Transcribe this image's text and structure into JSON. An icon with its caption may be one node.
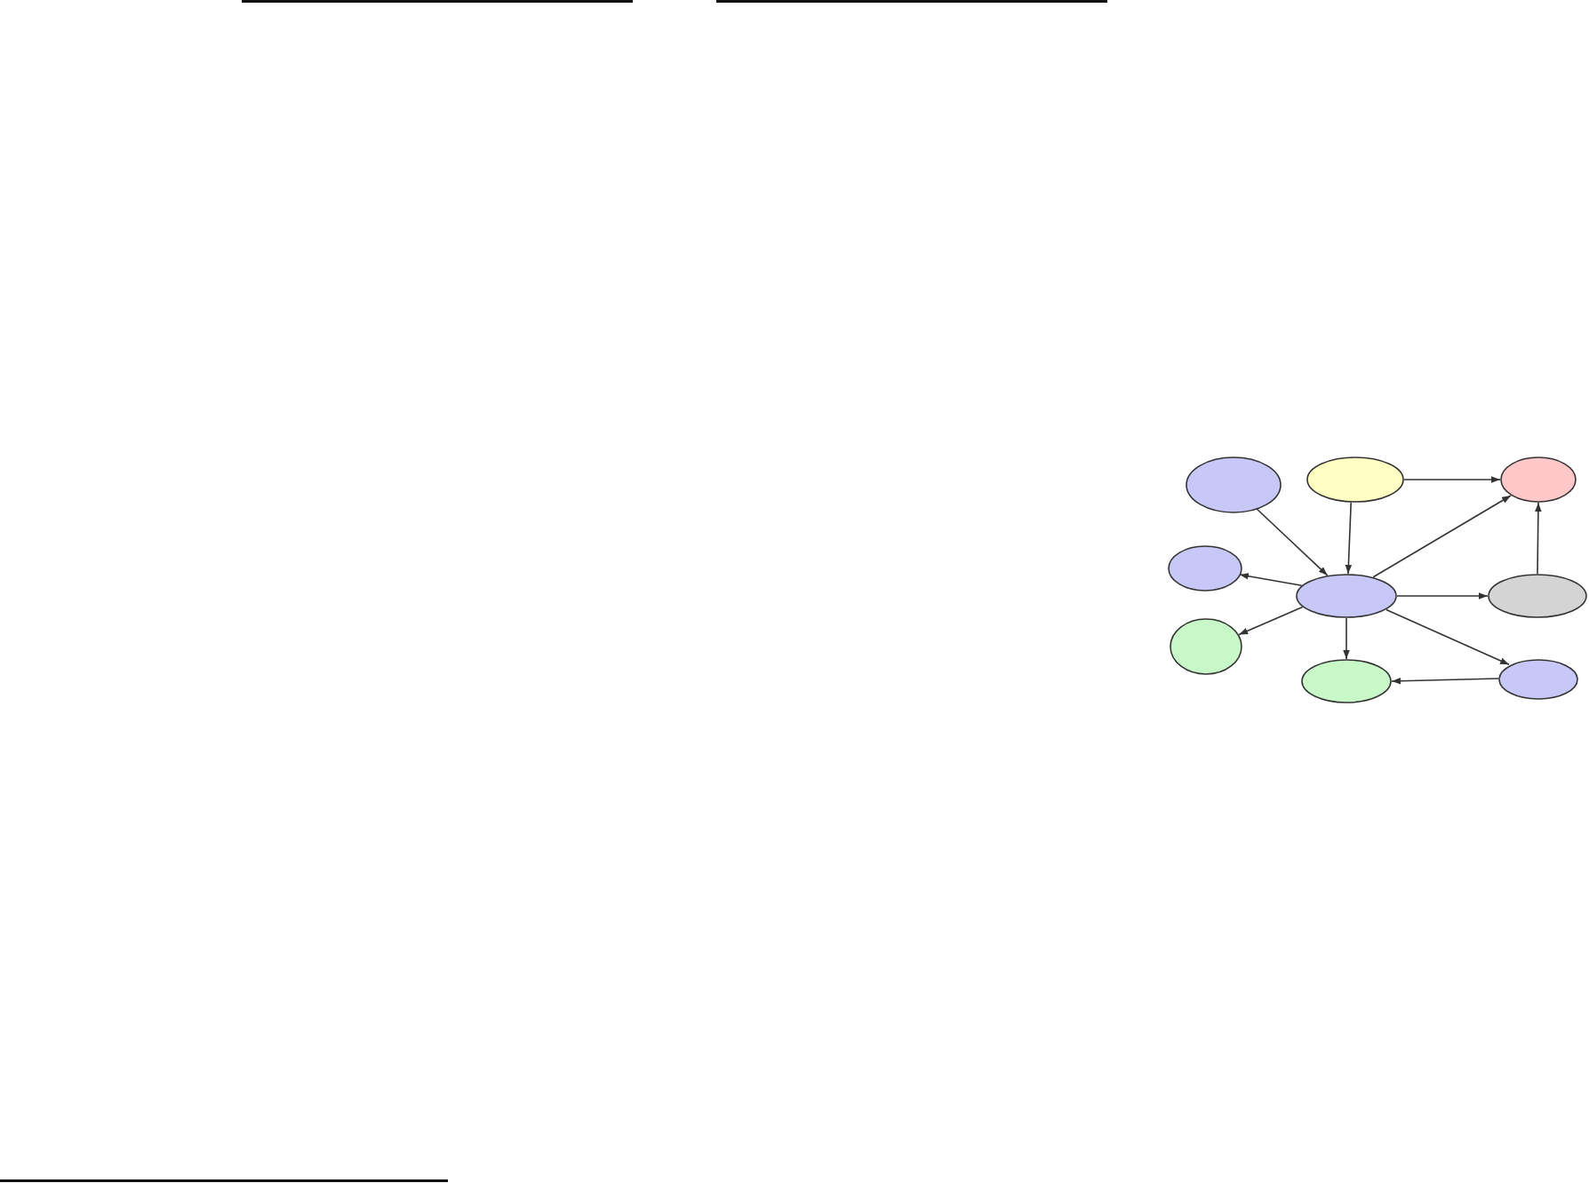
{
  "diagram": {
    "nodes": [
      {
        "text": [],
        "shape": "ellipse"
      },
      {
        "text": [],
        "shape": "ellipse"
      },
      {
        "text": [],
        "shape": "ellipse"
      },
      {
        "text": [],
        "shape": "ellipse"
      },
      {
        "text": [],
        "shape": "ellipse"
      },
      {
        "text": [],
        "shape": "ellipse"
      },
      {
        "text": [],
        "shape": "ellipse"
      },
      {
        "text": [],
        "shape": "ellipse"
      },
      {
        "text": [],
        "shape": "ellipse"
      }
    ],
    "edges": [
      {
        "from": 0,
        "to": 4,
        "arrow": "to"
      },
      {
        "from": 1,
        "to": 4,
        "arrow": "to"
      },
      {
        "from": 1,
        "to": 2,
        "arrow": "to"
      },
      {
        "from": 4,
        "to": 2,
        "arrow": "to"
      },
      {
        "from": 5,
        "to": 2,
        "arrow": "to"
      },
      {
        "from": 4,
        "to": 3,
        "arrow": "to"
      },
      {
        "from": 4,
        "to": 5,
        "arrow": "to"
      },
      {
        "from": 4,
        "to": 6,
        "arrow": "to"
      },
      {
        "from": 4,
        "to": 7,
        "arrow": "to"
      },
      {
        "from": 4,
        "to": 8,
        "arrow": "to"
      },
      {
        "from": 8,
        "to": 7,
        "arrow": "to"
      }
    ]
  }
}
